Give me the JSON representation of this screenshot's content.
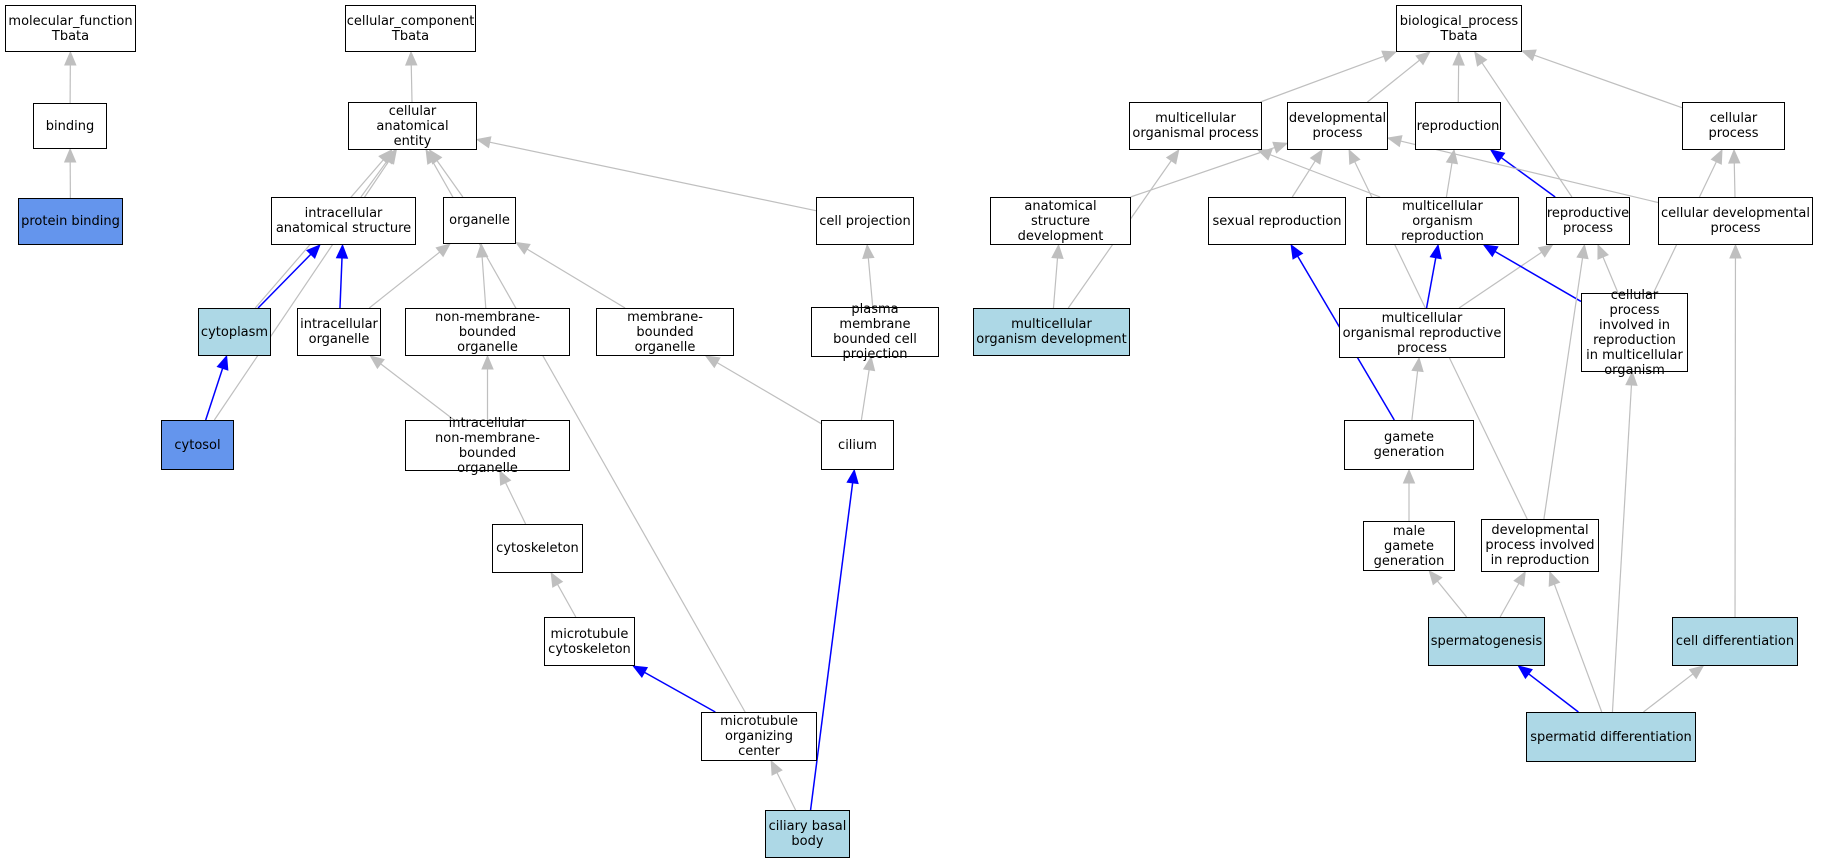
{
  "colors": {
    "node_default": "#ffffff",
    "node_annotated": "#6495ed",
    "node_highlight": "#add8e6",
    "edge_is_a": "#bfbfbf",
    "edge_part_of": "#0000ff",
    "border": "#000000"
  },
  "nodes": [
    {
      "id": "mf",
      "label": "molecular_function\nTbata",
      "fill": "default"
    },
    {
      "id": "binding",
      "label": "binding",
      "fill": "default"
    },
    {
      "id": "protein_binding",
      "label": "protein binding",
      "fill": "annotated"
    },
    {
      "id": "cc",
      "label": "cellular_component\nTbata",
      "fill": "default"
    },
    {
      "id": "cae",
      "label": "cellular anatomical\nentity",
      "fill": "default"
    },
    {
      "id": "ias",
      "label": "intracellular\nanatomical structure",
      "fill": "default"
    },
    {
      "id": "organelle",
      "label": "organelle",
      "fill": "default"
    },
    {
      "id": "cellproj",
      "label": "cell projection",
      "fill": "default"
    },
    {
      "id": "cytoplasm",
      "label": "cytoplasm",
      "fill": "highlight"
    },
    {
      "id": "io",
      "label": "intracellular\norganelle",
      "fill": "default"
    },
    {
      "id": "nmbo",
      "label": "non-membrane-bounded\norganelle",
      "fill": "default"
    },
    {
      "id": "mbo",
      "label": "membrane-bounded\norganelle",
      "fill": "default"
    },
    {
      "id": "pmbcp",
      "label": "plasma membrane\nbounded cell\nprojection",
      "fill": "default"
    },
    {
      "id": "cytosol",
      "label": "cytosol",
      "fill": "annotated"
    },
    {
      "id": "inmbo",
      "label": "intracellular\nnon-membrane-bounded\norganelle",
      "fill": "default"
    },
    {
      "id": "cilium",
      "label": "cilium",
      "fill": "default"
    },
    {
      "id": "cytoskeleton",
      "label": "cytoskeleton",
      "fill": "default"
    },
    {
      "id": "mtcs",
      "label": "microtubule\ncytoskeleton",
      "fill": "default"
    },
    {
      "id": "mtoc",
      "label": "microtubule\norganizing center",
      "fill": "default"
    },
    {
      "id": "cbb",
      "label": "ciliary basal\nbody",
      "fill": "highlight"
    },
    {
      "id": "bp",
      "label": "biological_process\nTbata",
      "fill": "default"
    },
    {
      "id": "mop",
      "label": "multicellular\norganismal process",
      "fill": "default"
    },
    {
      "id": "devp",
      "label": "developmental\nprocess",
      "fill": "default"
    },
    {
      "id": "repro",
      "label": "reproduction",
      "fill": "default"
    },
    {
      "id": "cellp",
      "label": "cellular process",
      "fill": "default"
    },
    {
      "id": "asd",
      "label": "anatomical structure\ndevelopment",
      "fill": "default"
    },
    {
      "id": "sexrep",
      "label": "sexual reproduction",
      "fill": "default"
    },
    {
      "id": "mor",
      "label": "multicellular\norganism reproduction",
      "fill": "default"
    },
    {
      "id": "reprop",
      "label": "reproductive\nprocess",
      "fill": "default"
    },
    {
      "id": "cdp",
      "label": "cellular developmental\nprocess",
      "fill": "default"
    },
    {
      "id": "mod",
      "label": "multicellular\norganism development",
      "fill": "highlight"
    },
    {
      "id": "morp",
      "label": "multicellular\norganismal reproductive\nprocess",
      "fill": "default"
    },
    {
      "id": "cpirmo",
      "label": "cellular process\ninvolved in\nreproduction\nin multicellular\norganism",
      "fill": "default"
    },
    {
      "id": "gamgen",
      "label": "gamete generation",
      "fill": "default"
    },
    {
      "id": "mgg",
      "label": "male gamete\ngeneration",
      "fill": "default"
    },
    {
      "id": "dpir",
      "label": "developmental\nprocess involved\nin reproduction",
      "fill": "default"
    },
    {
      "id": "spermatogenesis",
      "label": "spermatogenesis",
      "fill": "highlight"
    },
    {
      "id": "celldiff",
      "label": "cell differentiation",
      "fill": "highlight"
    },
    {
      "id": "sptd",
      "label": "spermatid differentiation",
      "fill": "highlight"
    }
  ],
  "edges": [
    {
      "from": "binding",
      "to": "mf",
      "type": "is_a"
    },
    {
      "from": "protein_binding",
      "to": "binding",
      "type": "is_a"
    },
    {
      "from": "cae",
      "to": "cc",
      "type": "is_a"
    },
    {
      "from": "ias",
      "to": "cae",
      "type": "is_a"
    },
    {
      "from": "organelle",
      "to": "cae",
      "type": "is_a"
    },
    {
      "from": "cellproj",
      "to": "cae",
      "type": "is_a"
    },
    {
      "from": "cytoplasm",
      "to": "cae",
      "type": "is_a"
    },
    {
      "from": "cytosol",
      "to": "cae",
      "type": "is_a"
    },
    {
      "from": "mtoc",
      "to": "cae",
      "type": "is_a"
    },
    {
      "from": "cytoplasm",
      "to": "ias",
      "type": "part_of"
    },
    {
      "from": "io",
      "to": "ias",
      "type": "part_of"
    },
    {
      "from": "io",
      "to": "organelle",
      "type": "is_a"
    },
    {
      "from": "nmbo",
      "to": "organelle",
      "type": "is_a"
    },
    {
      "from": "mbo",
      "to": "organelle",
      "type": "is_a"
    },
    {
      "from": "pmbcp",
      "to": "cellproj",
      "type": "is_a"
    },
    {
      "from": "cytosol",
      "to": "cytoplasm",
      "type": "part_of"
    },
    {
      "from": "inmbo",
      "to": "io",
      "type": "is_a"
    },
    {
      "from": "inmbo",
      "to": "nmbo",
      "type": "is_a"
    },
    {
      "from": "cilium",
      "to": "mbo",
      "type": "is_a"
    },
    {
      "from": "cilium",
      "to": "pmbcp",
      "type": "is_a"
    },
    {
      "from": "cytoskeleton",
      "to": "inmbo",
      "type": "is_a"
    },
    {
      "from": "mtcs",
      "to": "cytoskeleton",
      "type": "is_a"
    },
    {
      "from": "mtoc",
      "to": "mtcs",
      "type": "part_of"
    },
    {
      "from": "cbb",
      "to": "mtoc",
      "type": "is_a"
    },
    {
      "from": "cbb",
      "to": "cilium",
      "type": "part_of"
    },
    {
      "from": "mop",
      "to": "bp",
      "type": "is_a"
    },
    {
      "from": "devp",
      "to": "bp",
      "type": "is_a"
    },
    {
      "from": "repro",
      "to": "bp",
      "type": "is_a"
    },
    {
      "from": "cellp",
      "to": "bp",
      "type": "is_a"
    },
    {
      "from": "reprop",
      "to": "bp",
      "type": "is_a"
    },
    {
      "from": "asd",
      "to": "devp",
      "type": "is_a"
    },
    {
      "from": "sexrep",
      "to": "devp",
      "type": "is_a"
    },
    {
      "from": "mor",
      "to": "mop",
      "type": "is_a"
    },
    {
      "from": "mor",
      "to": "repro",
      "type": "is_a"
    },
    {
      "from": "reprop",
      "to": "repro",
      "type": "part_of"
    },
    {
      "from": "cdp",
      "to": "devp",
      "type": "is_a"
    },
    {
      "from": "cdp",
      "to": "cellp",
      "type": "is_a"
    },
    {
      "from": "mod",
      "to": "asd",
      "type": "is_a"
    },
    {
      "from": "mod",
      "to": "mop",
      "type": "is_a"
    },
    {
      "from": "morp",
      "to": "mor",
      "type": "part_of"
    },
    {
      "from": "morp",
      "to": "reprop",
      "type": "is_a"
    },
    {
      "from": "cpirmo",
      "to": "mor",
      "type": "part_of"
    },
    {
      "from": "cpirmo",
      "to": "reprop",
      "type": "is_a"
    },
    {
      "from": "cpirmo",
      "to": "cellp",
      "type": "is_a"
    },
    {
      "from": "gamgen",
      "to": "sexrep",
      "type": "part_of"
    },
    {
      "from": "gamgen",
      "to": "morp",
      "type": "is_a"
    },
    {
      "from": "dpir",
      "to": "devp",
      "type": "is_a"
    },
    {
      "from": "dpir",
      "to": "reprop",
      "type": "is_a"
    },
    {
      "from": "mgg",
      "to": "gamgen",
      "type": "is_a"
    },
    {
      "from": "spermatogenesis",
      "to": "mgg",
      "type": "is_a"
    },
    {
      "from": "spermatogenesis",
      "to": "dpir",
      "type": "is_a"
    },
    {
      "from": "celldiff",
      "to": "cdp",
      "type": "is_a"
    },
    {
      "from": "sptd",
      "to": "spermatogenesis",
      "type": "part_of"
    },
    {
      "from": "sptd",
      "to": "celldiff",
      "type": "is_a"
    },
    {
      "from": "sptd",
      "to": "dpir",
      "type": "is_a"
    },
    {
      "from": "sptd",
      "to": "cpirmo",
      "type": "is_a"
    }
  ]
}
